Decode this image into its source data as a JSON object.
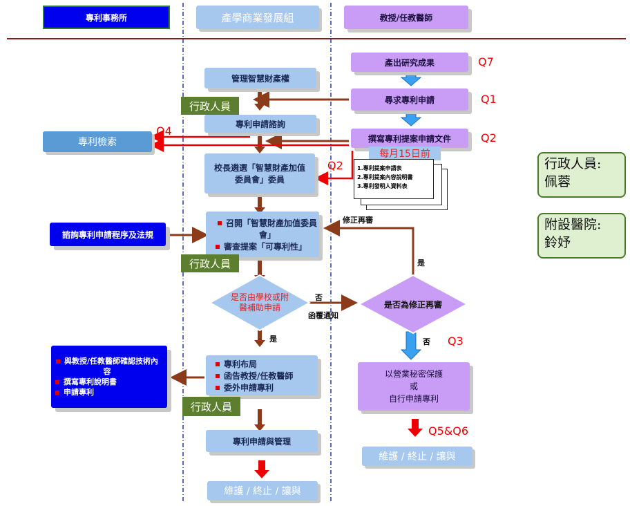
{
  "headers": {
    "patent_office": "專利事務所",
    "industry_group": "產學商業發展組",
    "professor": "教授/任教醫師"
  },
  "middle": {
    "manage_ip": "管理智慧財產權",
    "admin1": "行政人員",
    "consult": "專利申請諮詢",
    "committee": "校長遴選「智慧財產加值委員會」委員",
    "meeting_1": "召開「智慧財產加值委員會」",
    "meeting_2": "審查提案「可專利性」",
    "admin2": "行政人員",
    "decision": "是否由學校或附醫補助申請",
    "layout_1": "專利布局",
    "layout_2": "函告教授/任教醫師",
    "layout_3": "委外申請專利",
    "admin3": "行政人員",
    "manage": "專利申請與管理",
    "maintain": "維護 / 終止 / 讓與"
  },
  "right": {
    "research": "產出研究成果",
    "seek": "尋求專利申請",
    "proposal": "撰寫專利提案申請文件",
    "deadline": "每月15日前",
    "doc1": "1.專利提案申請表",
    "doc2": "2.專利提案內容說明書",
    "doc3": "3.專利發明人資料表",
    "revise_q": "是否為修正再審",
    "trade_secret_1": "以營業秘密保護",
    "trade_secret_2": "或",
    "trade_secret_3": "自行申請專利",
    "maintain": "維護 / 終止 / 讓與"
  },
  "left": {
    "search": "專利檢索",
    "consult_rules": "諮詢專利申請程序及法規",
    "confirm_1": "與教授/任教醫師確認技術內容",
    "confirm_2": "撰寫專利說明書",
    "confirm_3": "申請專利"
  },
  "labels": {
    "revise_review": "修正再審",
    "yes1": "是",
    "no1": "否",
    "reply": "函覆通知",
    "yes2": "是",
    "no2": "否"
  },
  "questions": {
    "q7": "Q7",
    "q1": "Q1",
    "q2a": "Q2",
    "q2b": "Q2",
    "q4": "Q4",
    "q3": "Q3",
    "q5q6": "Q5&Q6"
  },
  "notes": {
    "admin": "行政人員:\n佩蓉",
    "hospital": "附設醫院:\n鈴妤"
  },
  "colors": {
    "accent_red": "#ee0000",
    "arrow_brown": "#8b3a1a",
    "arrow_blue": "#3aa0f0",
    "lane_divider": "#2233aa"
  }
}
